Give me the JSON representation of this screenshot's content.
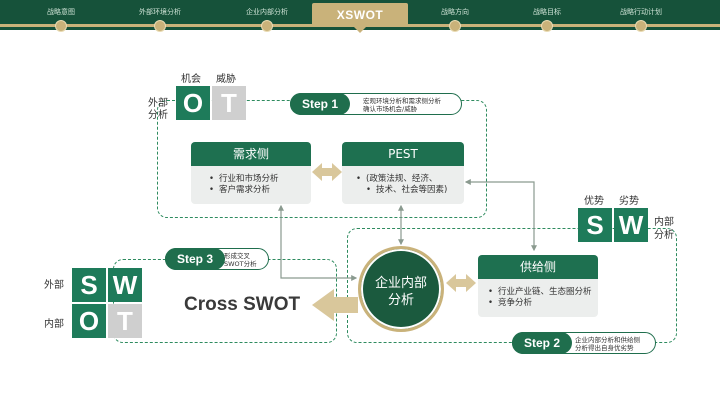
{
  "nav": {
    "items": [
      "战略意图",
      "外部环境分析",
      "企业内部分析",
      "XSWOT",
      "战略方向",
      "战略目标",
      "战略行动计划"
    ],
    "active": "XSWOT"
  },
  "swot_top_left": {
    "o": "O",
    "t": "T",
    "label_o": "机会",
    "label_t": "威胁",
    "side_label_1": "外部",
    "side_label_2": "分析"
  },
  "swot_right": {
    "s": "S",
    "w": "W",
    "label_s": "优势",
    "label_w": "劣势",
    "side_label_1": "内部",
    "side_label_2": "分析"
  },
  "swot_left": {
    "s": "S",
    "w": "W",
    "o": "O",
    "t": "T",
    "label_outer": "外部",
    "label_inner": "内部"
  },
  "steps": {
    "step1": {
      "label": "Step 1",
      "desc_1": "宏观环境分析和需求侧分析",
      "desc_2": "确认市场机会/威胁"
    },
    "step2": {
      "label": "Step 2",
      "desc_1": "企业内部分析和供给侧",
      "desc_2": "分析得出自身优劣势"
    },
    "step3": {
      "label": "Step 3",
      "desc_1": "形成交叉",
      "desc_2": "SWOT分析"
    }
  },
  "cards": {
    "demand": {
      "title": "需求侧",
      "items": [
        "行业和市场分析",
        "客户需求分析"
      ]
    },
    "pest": {
      "title": "PEST",
      "items": [
        "(政策法规、经济、",
        "技术、社会等因素)"
      ]
    },
    "supply": {
      "title": "供给侧",
      "items": [
        "行业产业链、生态圈分析",
        "竞争分析"
      ]
    }
  },
  "core": {
    "line_1": "企业内部",
    "line_2": "分析"
  },
  "cross_swot": "Cross SWOT",
  "colors": {
    "brand_green": "#16523a",
    "accent_gold": "#c9b27a",
    "tile_green": "#1e7b5a",
    "tile_grey": "#cfcfcf"
  }
}
